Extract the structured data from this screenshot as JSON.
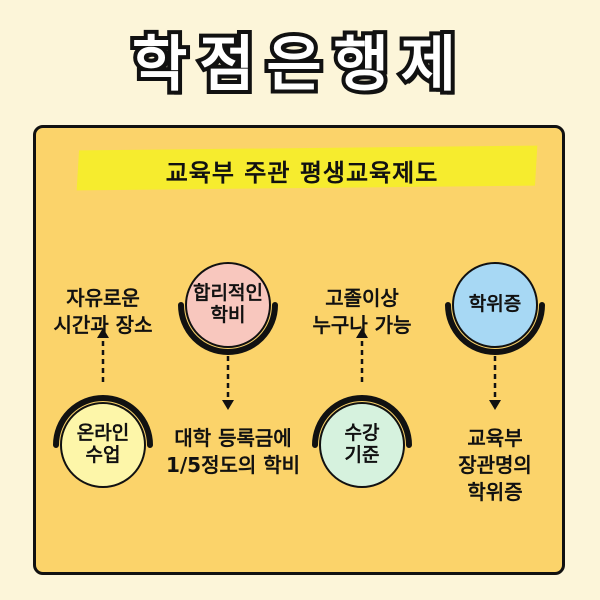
{
  "title": "학점은행제",
  "subtitle": "교육부 주관 평생교육제도",
  "colors": {
    "background": "#fcf5d9",
    "panel": "#fbd36a",
    "highlight": "#f6ec2e",
    "circle_yellow": "#fdf6a9",
    "circle_pink": "#f8c7be",
    "circle_green": "#d6f2de",
    "circle_blue": "#a7d8f4"
  },
  "items": [
    {
      "circle": "온라인\n수업",
      "label": "자유로운\n시간과 장소"
    },
    {
      "circle": "합리적인\n학비",
      "label": "대학 등록금에\n1/5정도의 학비"
    },
    {
      "circle": "수강\n기준",
      "label": "고졸이상\n누구나 가능"
    },
    {
      "circle": "학위증",
      "label": "교육부\n장관명의\n학위증"
    }
  ]
}
